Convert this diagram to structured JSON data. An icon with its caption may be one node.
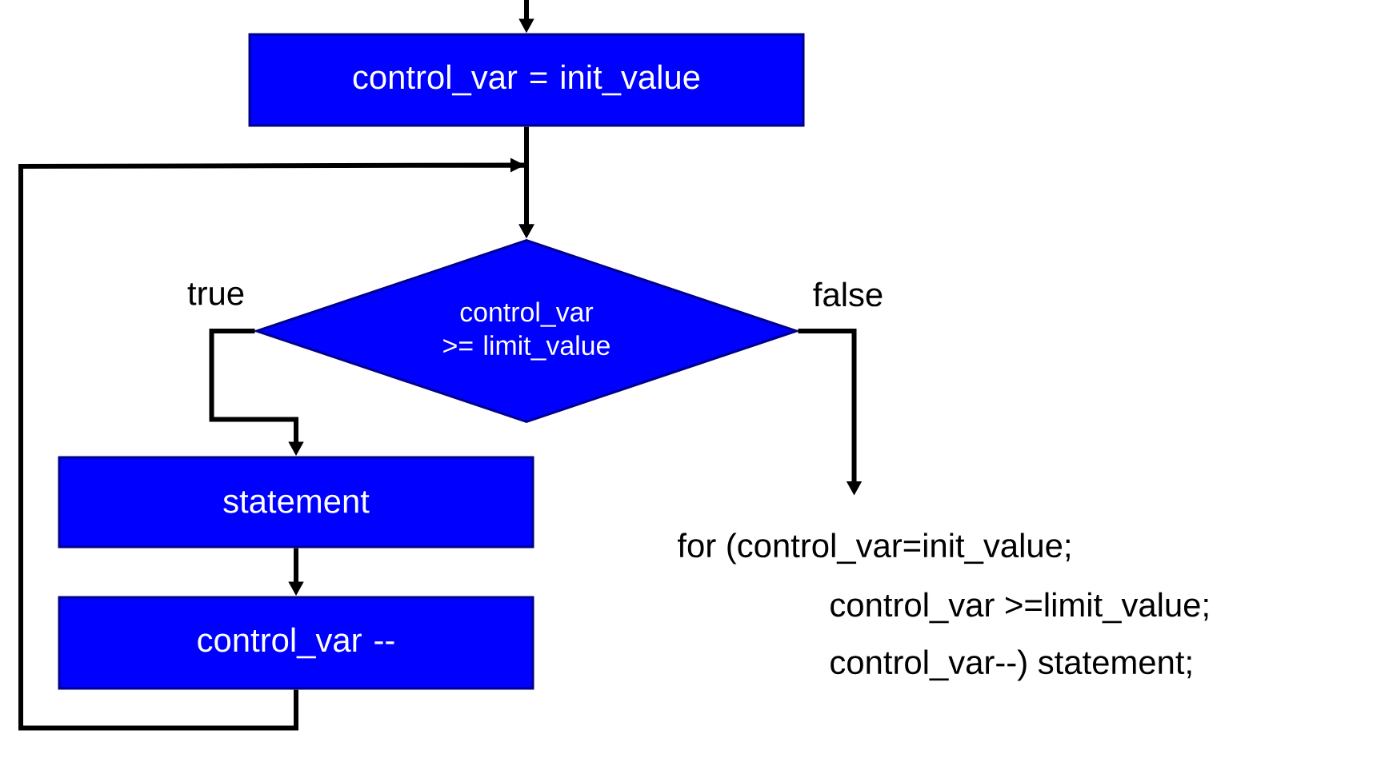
{
  "diagram": {
    "nodes": [
      {
        "text": [
          "control_var = init_value"
        ]
      },
      {
        "text": [
          "control_var >= limit_value"
        ]
      },
      {
        "text": [
          "statement"
        ]
      },
      {
        "text": [
          "control_var --"
        ]
      }
    ],
    "edges": [
      {
        "from": null,
        "to": 0,
        "arrow": "to"
      },
      {
        "from": 0,
        "to": 1,
        "arrow": "to"
      },
      {
        "from": 1,
        "to": 2,
        "arrow": "to",
        "label": "true"
      },
      {
        "from": 2,
        "to": 3,
        "arrow": "to"
      },
      {
        "from": 3,
        "to": 1,
        "arrow": "to"
      },
      {
        "from": 1,
        "to": null,
        "arrow": "to",
        "label": "false"
      }
    ],
    "labels": [
      "for (control_var=init_value;",
      "control_var >=limit_value;",
      "control_var--) statement;"
    ]
  }
}
